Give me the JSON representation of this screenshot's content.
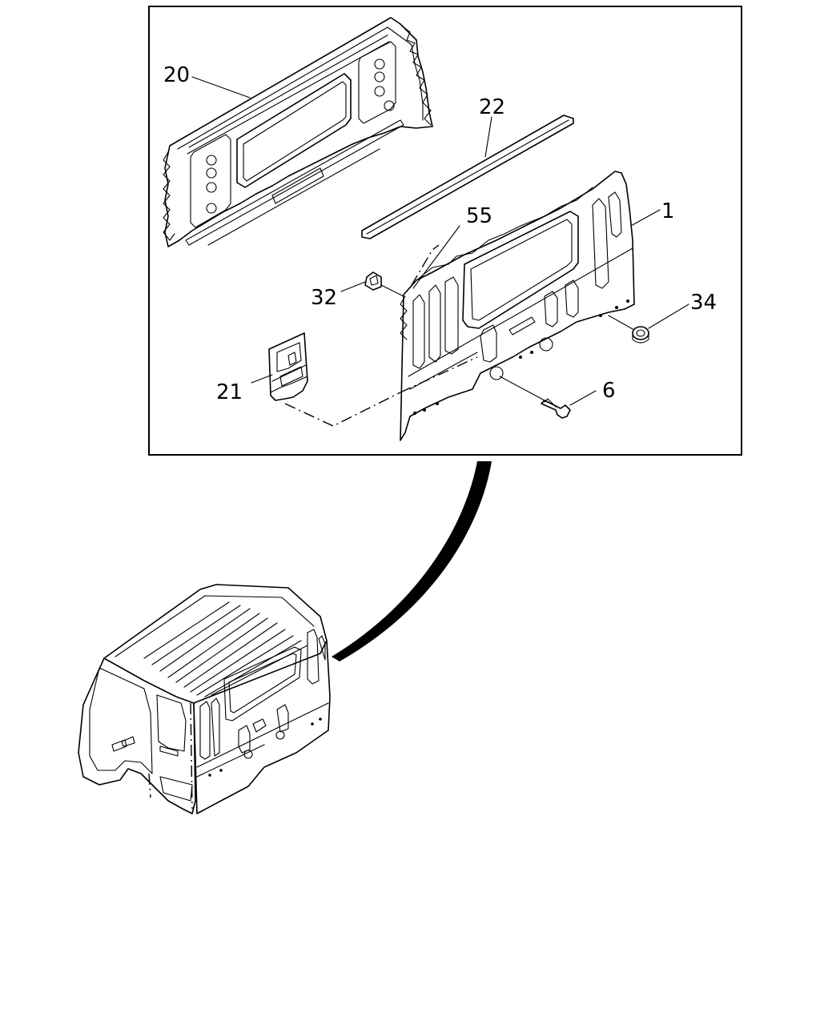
{
  "callouts": {
    "c20": "20",
    "c22": "22",
    "c55": "55",
    "c1": "1",
    "c32": "32",
    "c34": "34",
    "c21": "21",
    "c6": "6"
  }
}
